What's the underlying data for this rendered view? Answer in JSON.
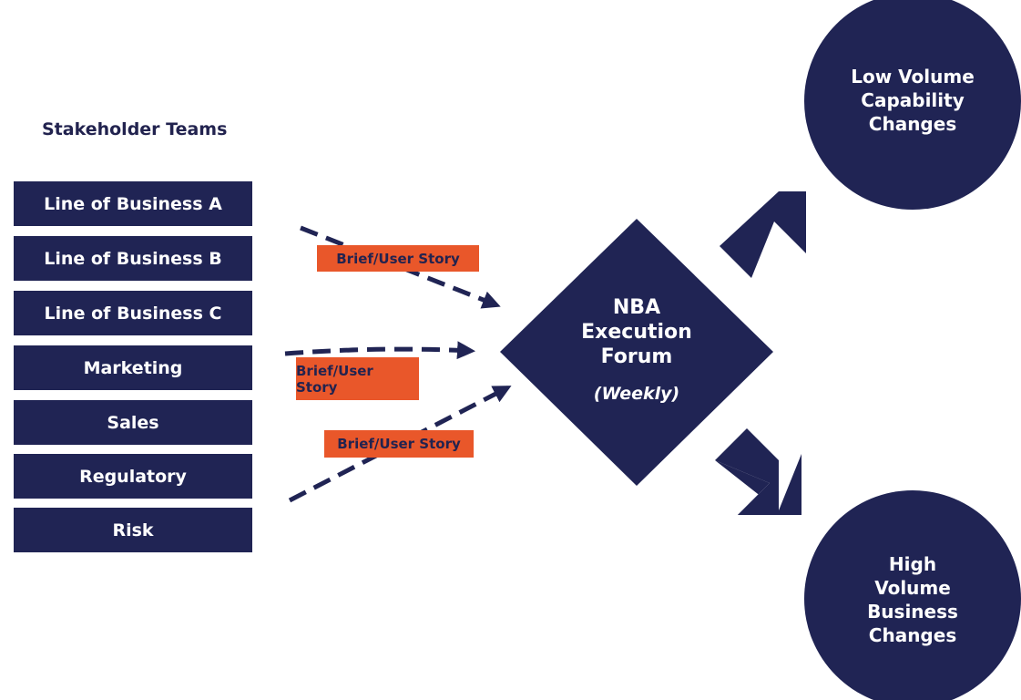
{
  "heading": "Stakeholder Teams",
  "teams": [
    "Line of Business A",
    "Line of Business B",
    "Line of Business C",
    "Marketing",
    "Sales",
    "Regulatory",
    "Risk"
  ],
  "tags": [
    "Brief/User Story",
    "Brief/User Story",
    "Brief/User Story"
  ],
  "forum": {
    "line1": "NBA",
    "line2": "Execution",
    "line3": "Forum",
    "cadence": "(Weekly)"
  },
  "outcomes": {
    "top": [
      "Low Volume",
      "Capability",
      "Changes"
    ],
    "bottom": [
      "High",
      "Volume",
      "Business",
      "Changes"
    ]
  },
  "colors": {
    "navy": "#202454",
    "orange": "#e9572a",
    "text_dark": "#22234f"
  }
}
